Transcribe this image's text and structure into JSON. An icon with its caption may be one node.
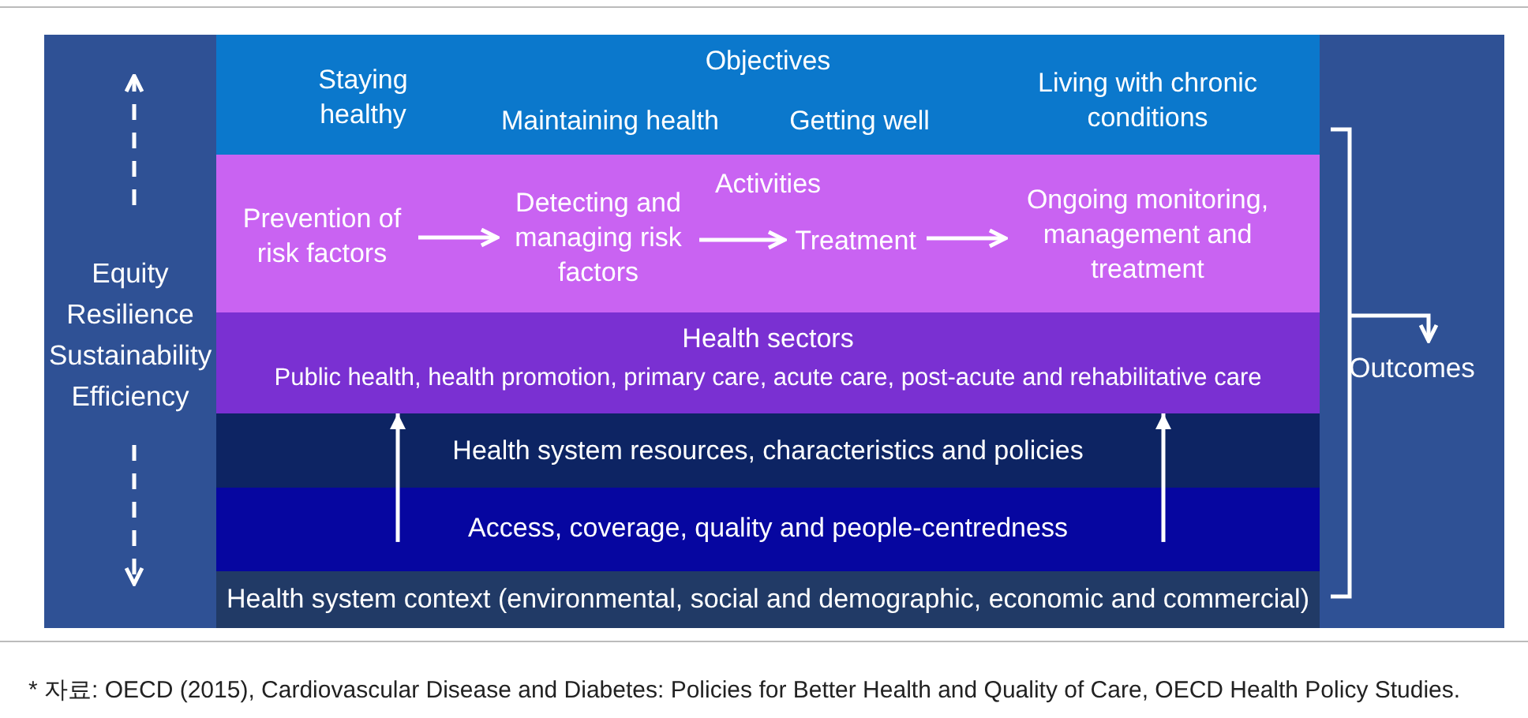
{
  "diagram": {
    "caption": "* 자료: OECD (2015), Cardiovascular Disease and Diabetes: Policies for Better Health and Quality of Care, OECD Health Policy Studies.",
    "nodes": [
      {
        "text": [
          "Equity Resilience Sustainability Efficiency"
        ]
      },
      {
        "text": [
          "Objectives"
        ]
      },
      {
        "text": [
          "Staying healthy"
        ],
        "in": 1
      },
      {
        "text": [
          "Maintaining health"
        ],
        "in": 1
      },
      {
        "text": [
          "Getting well"
        ],
        "in": 1
      },
      {
        "text": [
          "Living with chronic conditions"
        ],
        "in": 1
      },
      {
        "text": [
          "Activities"
        ]
      },
      {
        "text": [
          "Prevention of risk factors"
        ],
        "in": 6
      },
      {
        "text": [
          "Detecting and managing risk factors"
        ],
        "in": 6
      },
      {
        "text": [
          "Treatment"
        ],
        "in": 6
      },
      {
        "text": [
          "Ongoing monitoring, management and treatment"
        ],
        "in": 6
      },
      {
        "text": [
          "Health sectors",
          "Public health, health promotion, primary care, acute care, post-acute and rehabilitative care"
        ]
      },
      {
        "text": [
          "Health system resources, characteristics and policies"
        ]
      },
      {
        "text": [
          "Access, coverage, quality and people-centredness"
        ]
      },
      {
        "text": [
          "Health system context (environmental, social and demographic, economic and commercial)"
        ]
      },
      {
        "text": [
          "Outcomes"
        ]
      }
    ],
    "edges": [
      {
        "from": 7,
        "to": 8,
        "arrow": "to"
      },
      {
        "from": 8,
        "to": 9,
        "arrow": "to"
      },
      {
        "from": 9,
        "to": 10,
        "arrow": "to"
      },
      {
        "from": 13,
        "to": 12,
        "arrow": "none"
      },
      {
        "from": 12,
        "to": 11,
        "arrow": "to"
      },
      {
        "from": 13,
        "to": 12,
        "arrow": "none"
      },
      {
        "from": 12,
        "to": 11,
        "arrow": "to"
      }
    ]
  }
}
